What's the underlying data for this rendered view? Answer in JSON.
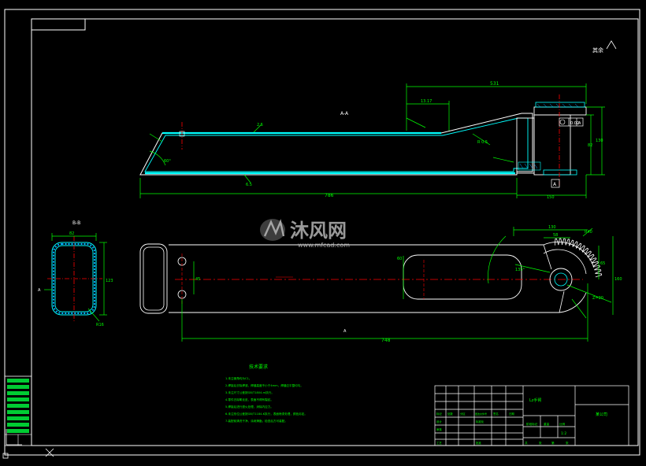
{
  "drawing": {
    "section_label_top": "A-A",
    "section_label_left": "B-B",
    "roughness_note": "其余",
    "view_marker": "A",
    "dims_top": {
      "overall_length": "786",
      "right_span": "531",
      "sub_span": "13.17",
      "bottom_right": "150",
      "height_right_1": "82",
      "height_right_2": "130",
      "angle": "60°",
      "wall_note_1": "2.5",
      "wall_note_2": "6.5",
      "radius_note": "R 0.5",
      "datum": "A",
      "tolerance_frame": "0.02"
    },
    "dims_section": {
      "width": "82",
      "height": "123",
      "corner_radius": "R16"
    },
    "dims_plan": {
      "overall_length": "748",
      "gear_width": "130",
      "gear_sub": "58",
      "gear_radius": "R40",
      "gear_height": "65",
      "gear_note": "160",
      "hole_dim": "45",
      "angle": "135°",
      "tooth_note": "Z=20",
      "slot_height": "60"
    },
    "tech_requirements": {
      "title": "技术要求",
      "lines": [
        "1.未注倒角均为C1。",
        "2.焊接后去除焊渣，焊缝高度不小于4mm，焊缝应平整均匀。",
        "3.未注尺寸公差按GB/T1804-m执行。",
        "4.零件去除氧化皮，表面不得有裂纹。",
        "5.焊接后进行退火处理，消除内应力。",
        "6.未注形位公差按GB/T1184-K执行，表面喷漆处理，颜色另定。",
        "7.装配前清洗干净，涂润滑脂，检查后方可装配。"
      ]
    },
    "title_block": {
      "part_name": "Lz手臂",
      "company": "某公司",
      "scale_label": "比例",
      "scale_value": "1:2",
      "weight_label": "重量",
      "stage_label": "阶段标记",
      "row_labels": [
        "设计",
        "审核",
        "工艺",
        "标准化",
        "批准"
      ],
      "header_labels": [
        "标记",
        "处数",
        "分区",
        "更改文件号",
        "签名",
        "日期"
      ],
      "sheet_labels": [
        "共",
        "张",
        "第",
        "张"
      ]
    },
    "watermark": {
      "brand": "沐风网",
      "url": "www.mfcad.com"
    }
  },
  "colors": {
    "background": "#000000",
    "outline": "#ffffff",
    "section_line": "#00ffff",
    "dimension": "#00ff00",
    "centerline": "#ff0000",
    "hatch": "#00aaff"
  }
}
